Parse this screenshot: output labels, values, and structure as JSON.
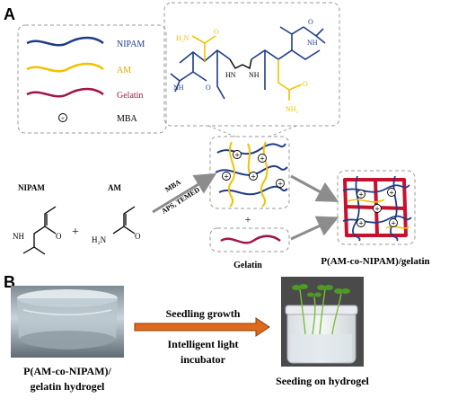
{
  "panel_a": {
    "label": "A",
    "legend": {
      "nipam": "NIPAM",
      "am": "AM",
      "gelatin": "Gelatin",
      "mba": "MBA"
    },
    "colors": {
      "nipam": "#1f3c88",
      "am": "#f2c200",
      "gelatin": "#a0154a",
      "mba_marker": "#000000",
      "network_red": "#c8102e",
      "arrow_gray": "#8c8c8c"
    },
    "structure_labels": {
      "h2n_top": "H₂N",
      "o_top": "O",
      "nh_top": "NH",
      "hn_bridge": "HN",
      "nh_bridge": "NH",
      "o_right": "O",
      "nh_left": "NH",
      "o_left": "O",
      "o_right2": "O",
      "nh2_right": "NH₂"
    },
    "reactants": {
      "nipam_label": "NIPAM",
      "am_label": "AM",
      "plus1": "+",
      "nh": "NH",
      "o_nipam": "O",
      "h2n": "H₂N",
      "o_am": "O"
    },
    "arrow_labels": {
      "top": "MBA",
      "bottom": "APS, TEMED"
    },
    "plus2": "+",
    "gelatin_label": "Gelatin",
    "product_label": "P(AM-co-NIPAM)/gelatin"
  },
  "panel_b": {
    "label": "B",
    "left_caption_line1": "P(AM-co-NIPAM)/",
    "left_caption_line2": "gelatin hydrogel",
    "arrow_top": "Seedling growth",
    "arrow_bottom_line1": "Intelligent light",
    "arrow_bottom_line2": "incubator",
    "right_caption": "Seeding on hydrogel",
    "arrow_color": "#e06a1b"
  }
}
